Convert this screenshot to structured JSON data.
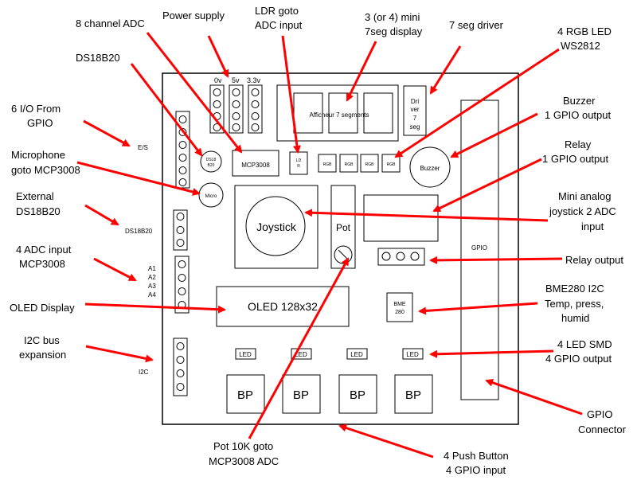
{
  "annotations": {
    "adc8": "8 channel ADC",
    "power_supply": "Power supply",
    "ldr_1": "LDR goto",
    "ldr_2": "ADC input",
    "seg_disp_1": "3 (or 4) mini",
    "seg_disp_2": "7seg display",
    "seg_driver": "7 seg driver",
    "rgb_1": "4 RGB LED",
    "rgb_2": "WS2812",
    "ds18b20": "DS18B20",
    "io_1": "6 I/O From",
    "io_2": "GPIO",
    "buzzer_1": "Buzzer",
    "buzzer_2": "1 GPIO output",
    "mic_1": "Microphone",
    "mic_2": "goto MCP3008",
    "relay_1": "Relay",
    "relay_2": "1 GPIO output",
    "ext_ds_1": "External",
    "ext_ds_2": "DS18B20",
    "joy_1": "Mini analog",
    "joy_2": "joystick 2 ADC",
    "joy_3": "input",
    "adc4_1": "4 ADC input",
    "adc4_2": "MCP3008",
    "relay_out": "Relay output",
    "oled": "OLED Display",
    "bme_1": "BME280  I2C",
    "bme_2": "Temp, press,",
    "bme_3": "humid",
    "i2c_1": "I2C bus",
    "i2c_2": "expansion",
    "led_1": "4 LED SMD",
    "led_2": "4 GPIO output",
    "gpio_1": "GPIO",
    "gpio_2": "Connector",
    "pot_1": "Pot 10K goto",
    "pot_2": "MCP3008 ADC",
    "bp_1": "4 Push Button",
    "bp_2": "4 GPIO input"
  },
  "board": {
    "power_0v": "0v",
    "power_5v": "5v",
    "power_33v": "3.3v",
    "afficheur": "Afficheur 7 segments",
    "driver_1": "Dri",
    "driver_2": "ver",
    "driver_3": "7",
    "driver_4": "seg",
    "es": "E/S",
    "ds18_1": "DS18",
    "ds18_2": "B20",
    "mcp3008": "MCP3008",
    "ldr_1": "LD",
    "ldr_2": "R",
    "rgb": "RGB",
    "buzzer": "Buzzer",
    "micro": "Micro",
    "ext_ds": "DS18B20",
    "joystick": "Joystick",
    "pot": "Pot",
    "gpio": "GPIO",
    "a1": "A1",
    "a2": "A2",
    "a3": "A3",
    "a4": "A4",
    "oled": "OLED 128x32",
    "bme_1": "BME",
    "bme_2": "280",
    "i2c": "I2C",
    "led": "LED",
    "bp": "BP"
  },
  "colors": {
    "arrow": "#ff0000",
    "line": "#000000"
  }
}
